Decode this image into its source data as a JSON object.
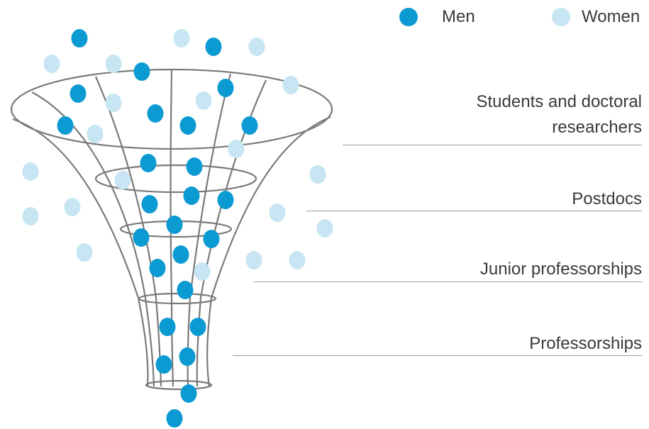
{
  "legend": {
    "men_label": "Men",
    "women_label": "Women"
  },
  "stages": [
    {
      "label": "Students and doctoral\nresearchers"
    },
    {
      "label": "Postdocs"
    },
    {
      "label": "Junior professorships"
    },
    {
      "label": "Professorships"
    }
  ],
  "colors": {
    "men": "#0c9ad3",
    "women": "#c7e5f2",
    "funnel_stroke": "#7a7a7a",
    "text": "#3a3a3a",
    "divider": "#9a9a9a"
  },
  "icons": {
    "men_marker": "dark-blue-circle-icon",
    "women_marker": "light-blue-circle-icon",
    "funnel": "funnel-icon"
  }
}
